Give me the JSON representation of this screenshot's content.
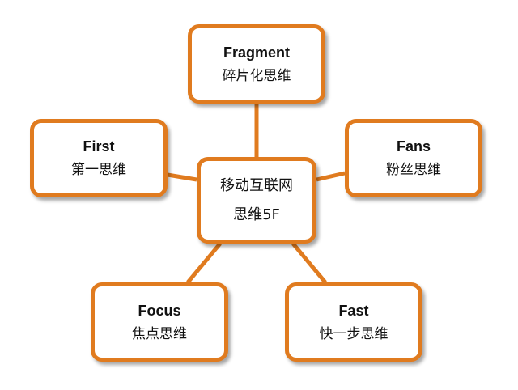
{
  "colors": {
    "border": "#e07b1f",
    "connector": "#e07b1f",
    "text": "#111111",
    "background": "#ffffff"
  },
  "center": {
    "line1": "移动互联网",
    "line2": "思维5F"
  },
  "nodes": {
    "fragment": {
      "en": "Fragment",
      "zh": "碎片化思维"
    },
    "first": {
      "en": "First",
      "zh": "第一思维"
    },
    "fans": {
      "en": "Fans",
      "zh": "粉丝思维"
    },
    "focus": {
      "en": "Focus",
      "zh": "焦点思维"
    },
    "fast": {
      "en": "Fast",
      "zh": "快一步思维"
    }
  }
}
